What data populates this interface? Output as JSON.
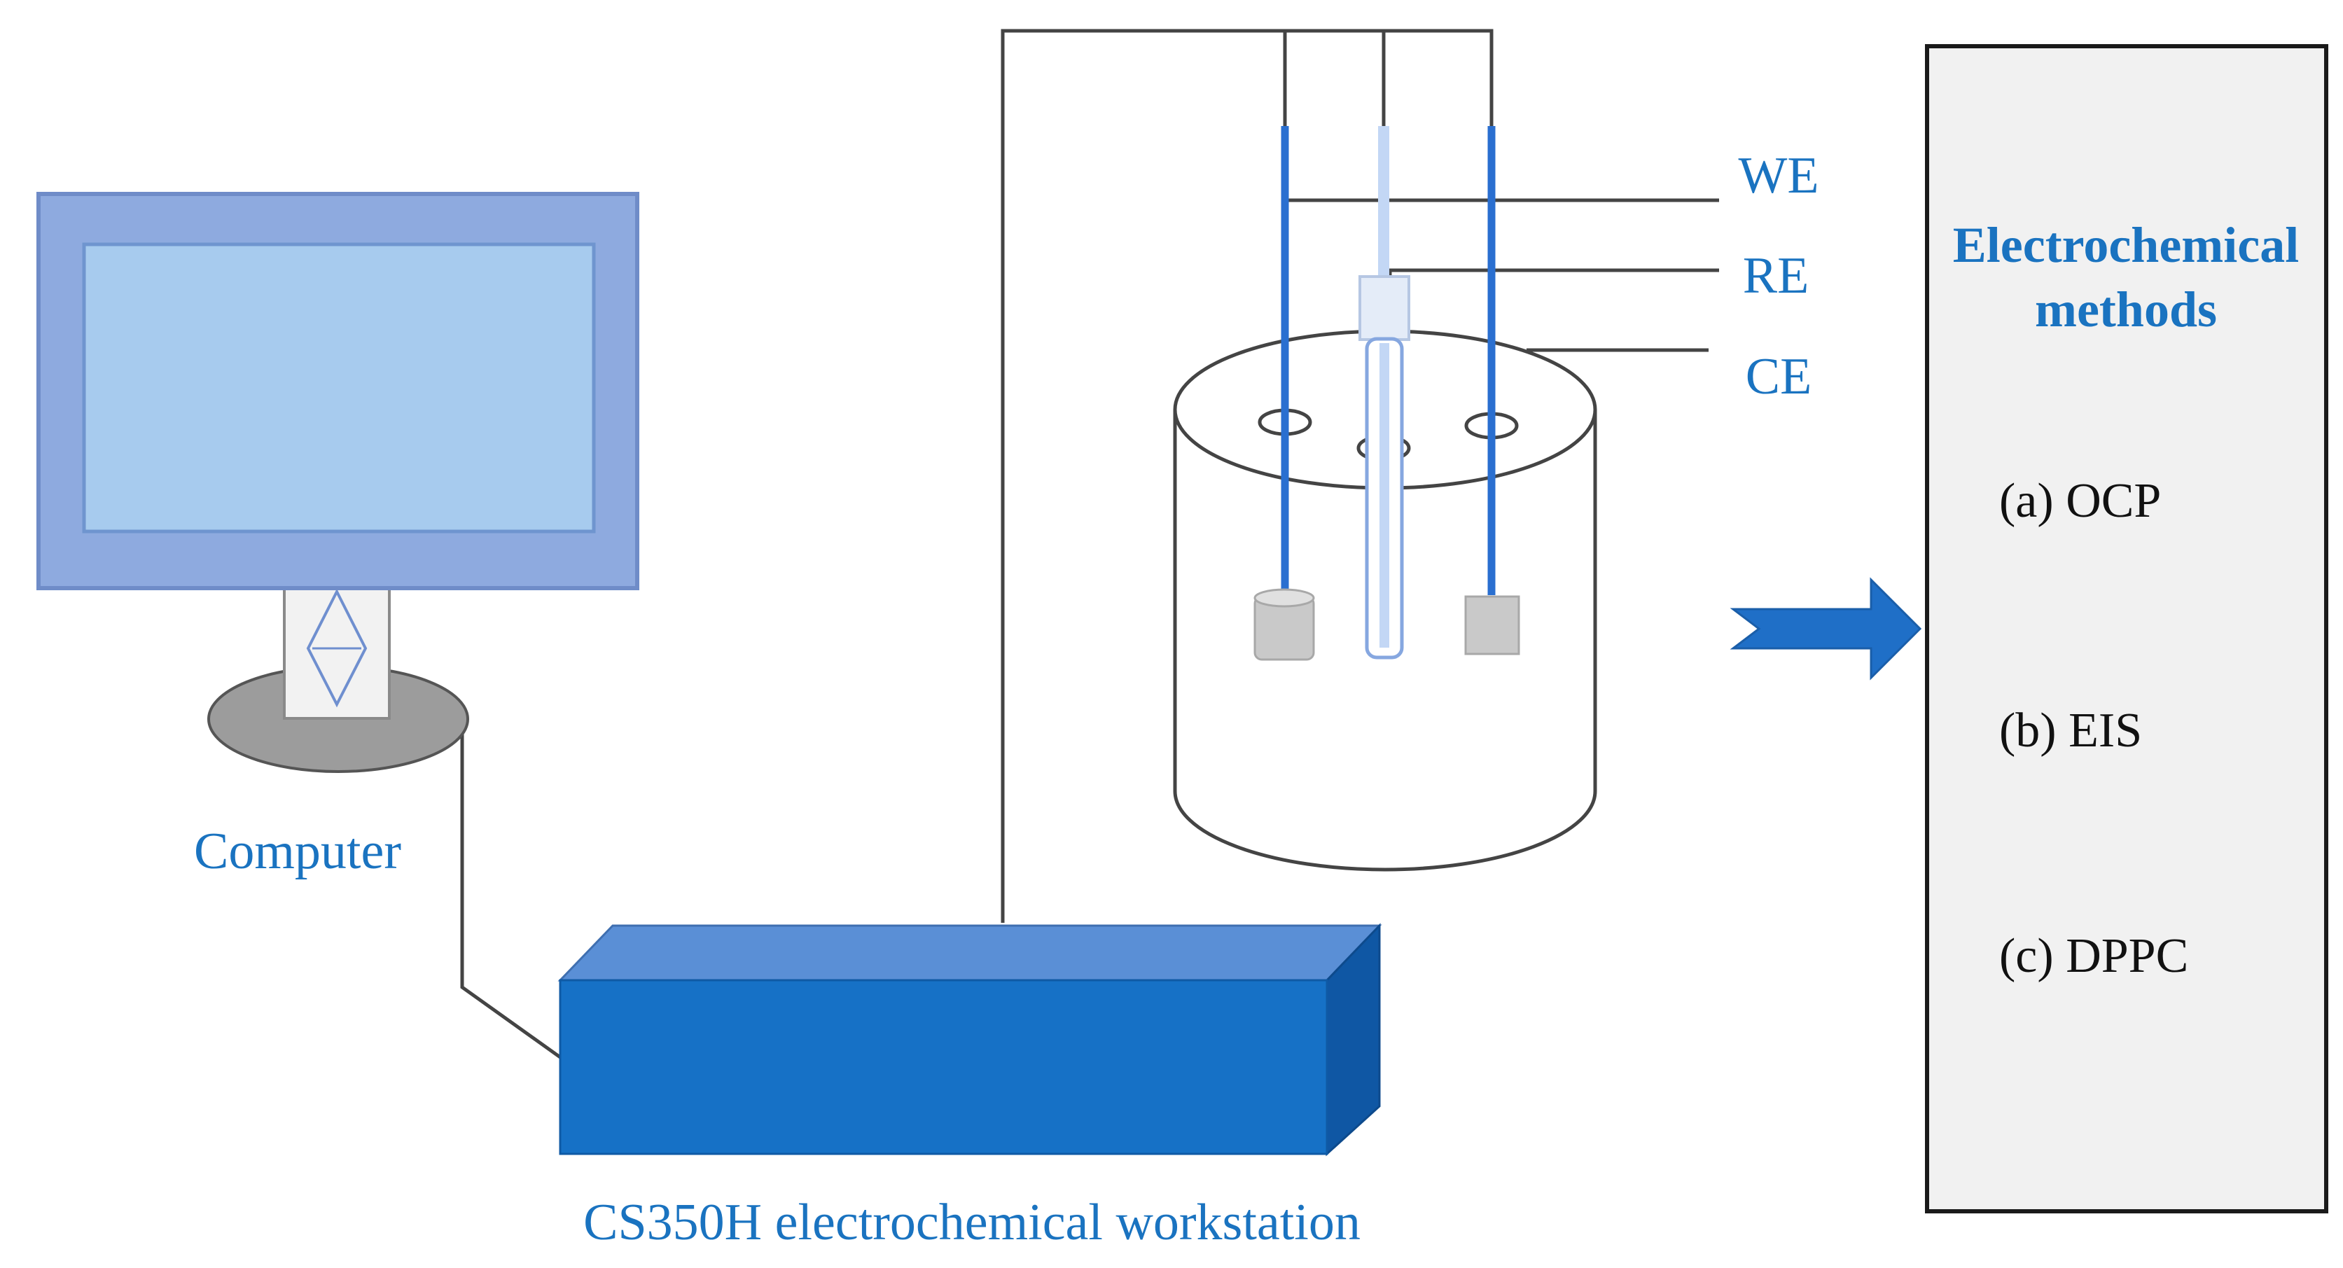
{
  "labels": {
    "computer": "Computer",
    "workstation": "CS350H electrochemical workstation",
    "we": "WE",
    "re": "RE",
    "ce": "CE"
  },
  "methods": {
    "title_line1": "Electrochemical",
    "title_line2": "methods",
    "items": [
      "(a) OCP",
      "(b) EIS",
      "(c) DPPC"
    ]
  },
  "colors": {
    "label_blue": "#1a73c0",
    "workstation_blue": "#1671c6",
    "monitor_frame": "#8eaadf",
    "monitor_screen": "#a7cbee",
    "electrode_blue": "#2a6fd0",
    "panel_fill": "#f1f1f1"
  }
}
